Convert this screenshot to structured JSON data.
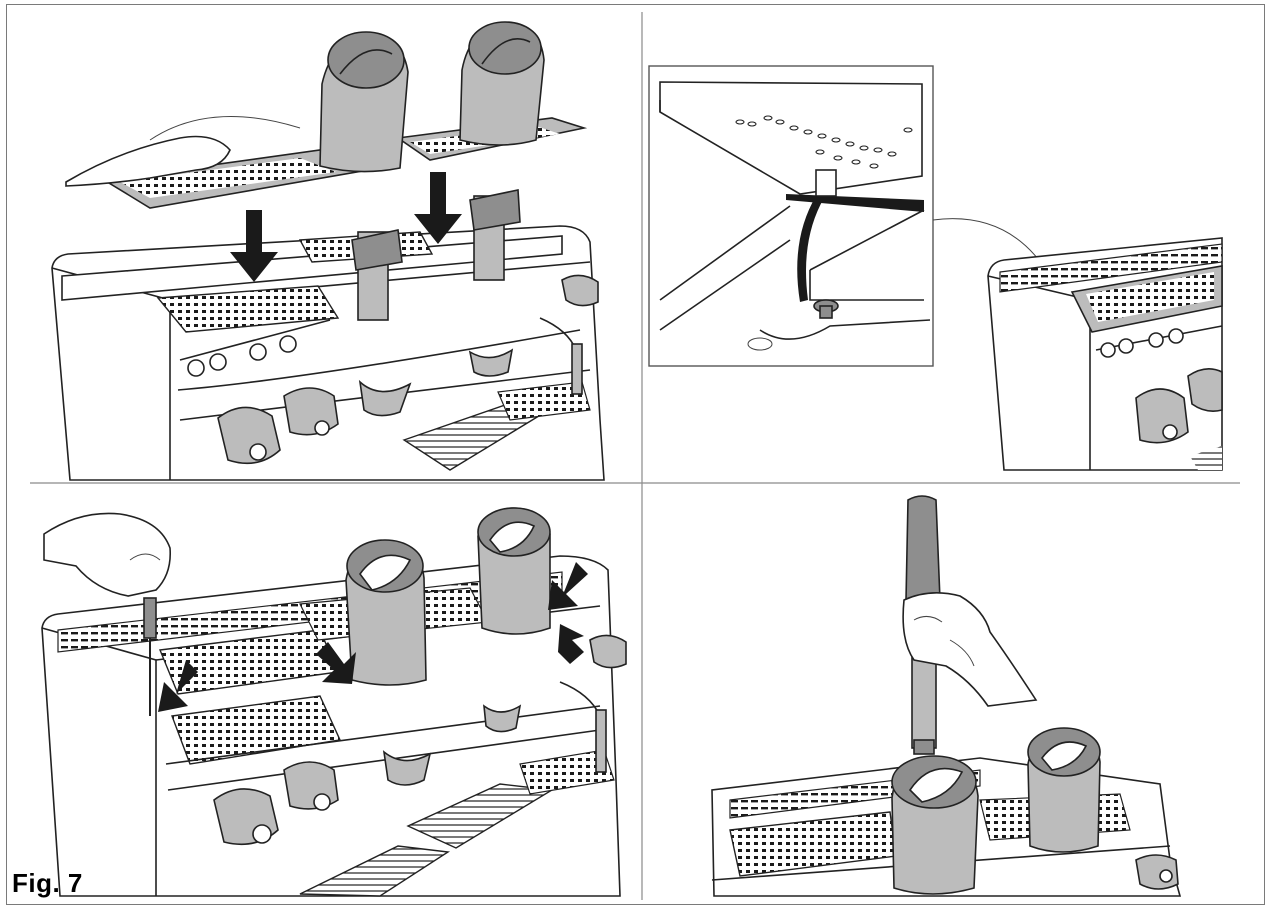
{
  "figure": {
    "label": "Fig. 7"
  },
  "panels": [
    {
      "id": "top-left",
      "subject": "grid-installation"
    },
    {
      "id": "top-right",
      "subject": "grid-screw-detail"
    },
    {
      "id": "bottom-left",
      "subject": "grid-fastening"
    },
    {
      "id": "bottom-right",
      "subject": "steam-wand-insertion"
    }
  ],
  "icons": [
    "down-arrow-icon",
    "diagonal-arrow-icon",
    "hand-icon",
    "screwdriver-icon",
    "screw-icon"
  ],
  "colors": {
    "line": "#222222",
    "fill_gray": "#bcbcbc",
    "fill_dark": "#8e8e8e",
    "background": "#ffffff"
  }
}
